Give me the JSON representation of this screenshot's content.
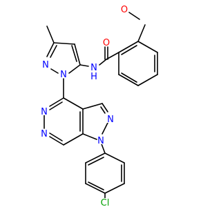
{
  "atoms": [
    {
      "id": "a_o",
      "label": "O",
      "color": "#ff0000"
    },
    {
      "id": "a_nh",
      "label": "N",
      "sub": "H",
      "color": "#0000ff"
    },
    {
      "id": "a_n_pz1",
      "label": "N",
      "color": "#0000ff"
    },
    {
      "id": "a_n_pz2",
      "label": "N",
      "color": "#0000ff"
    },
    {
      "id": "a_n_pym1",
      "label": "N",
      "color": "#0000ff"
    },
    {
      "id": "a_n_pym2",
      "label": "N",
      "color": "#0000ff"
    },
    {
      "id": "a_n_pzb1",
      "label": "N",
      "color": "#0000ff"
    },
    {
      "id": "a_n_pzb2",
      "label": "N",
      "color": "#0000ff"
    },
    {
      "id": "a_ome",
      "label": "O",
      "color": "#ff0000"
    },
    {
      "id": "a_cl",
      "label": "Cl",
      "color": "#00a000"
    }
  ]
}
